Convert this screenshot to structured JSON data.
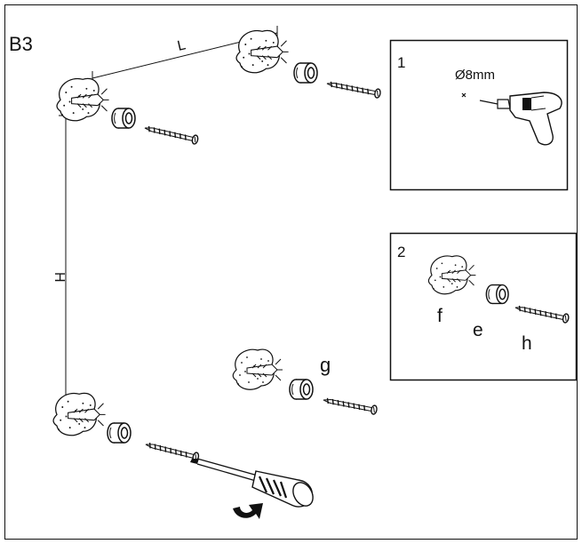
{
  "diagram": {
    "step_label": "B3",
    "dimension_width": "L",
    "dimension_height": "H",
    "part_label_g": "g",
    "inset1": {
      "number": "1",
      "drill_size": "Ø8mm"
    },
    "inset2": {
      "number": "2",
      "parts": [
        "f",
        "e",
        "h"
      ]
    }
  },
  "icons": [
    "drill-icon",
    "screwdriver-icon",
    "rotate-arrow-icon",
    "wall-plug-icon",
    "spacer-icon",
    "screw-icon"
  ]
}
